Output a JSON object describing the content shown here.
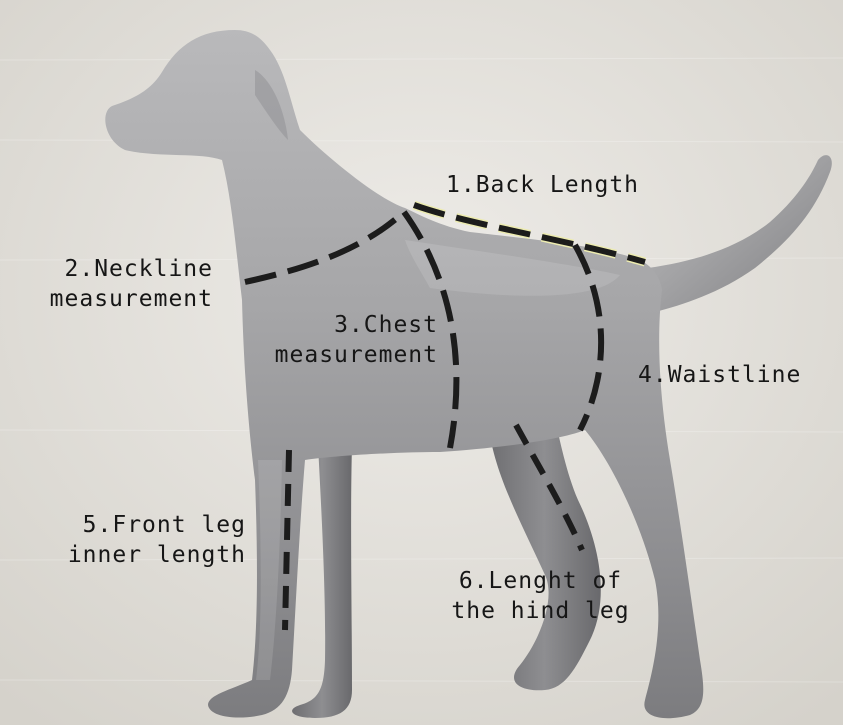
{
  "labels": {
    "back_length": "1.Back Length",
    "neckline_line1": "2.Neckline",
    "neckline_line2": "measurement",
    "chest_line1": "3.Chest",
    "chest_line2": "measurement",
    "waistline": "4.Waistline",
    "front_leg_line1": "5.Front leg",
    "front_leg_line2": "inner length",
    "hind_leg_line1": "6.Lenght of",
    "hind_leg_line2": "the hind leg"
  },
  "colors": {
    "background": "#e3e1dc",
    "body": "#9c9c9e",
    "dash": "#1c1c1c",
    "back_dash_glow": "#ecebb0",
    "text": "#161616"
  }
}
